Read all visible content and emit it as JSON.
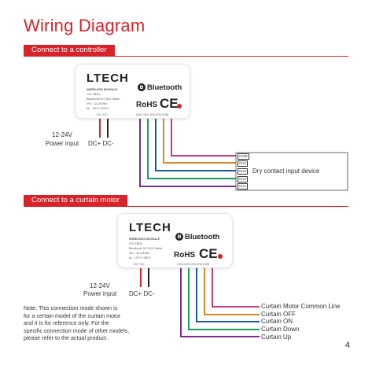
{
  "page": {
    "title": "Wiring Diagram",
    "page_number": "4"
  },
  "section1": {
    "banner": "Connect to a controller",
    "module": {
      "logo": "LTECH",
      "line1": "WIRELESS MODULE",
      "line2": "CG-TBGL",
      "line3": "Bluetooth 5.0 SIG Mesh",
      "line4": "Vin : 12-24Vdc",
      "line5": "ta : -20°C~55°C",
      "bluetooth": "Bluetooth",
      "rohs": "RoHS",
      "ce": "CE",
      "dc_pins": "DC+  DC-",
      "ch_pins": "CH1  CH2  CH3  CH4  COM"
    },
    "power_label_1": "12-24V",
    "power_label_2": "Power input",
    "dc_label": "DC+ DC-",
    "terminals": [
      "COM",
      "CH4",
      "CH3",
      "CH2",
      "CH1"
    ],
    "device_label": "Dry contact input device",
    "colors": {
      "red": "#d8232a",
      "black": "#222222",
      "purple": "#7a2c91",
      "blue": "#1f56a8",
      "green": "#1e9a5a",
      "orange": "#d88a2b",
      "pink": "#c63a87"
    }
  },
  "section2": {
    "banner": "Connect to a curtain motor",
    "module": {
      "logo": "LTECH",
      "line1": "WIRELESS MODULE",
      "line2": "CG-TBGL",
      "line3": "Bluetooth 5.0 SIG Mesh",
      "line4": "Vin : 12-24Vdc",
      "line5": "ta : -20°C~55°C",
      "bluetooth": "Bluetooth",
      "rohs": "RoHS",
      "ce": "CE",
      "dc_pins": "DC+  DC-",
      "ch_pins": "CH1  CH2  CH3  CH4  COM"
    },
    "power_label_1": "12-24V",
    "power_label_2": "Power input",
    "dc_label": "DC+ DC-",
    "curtain_labels": [
      "Curtain Motor Common Line",
      "Curtain OFF",
      "Curtain ON",
      "Curtain Down",
      "Curtain Up"
    ]
  },
  "note": {
    "lines": [
      "Note: This connection mode shown is",
      "for a certain model of the curtain motor",
      "and it is for reference only. For the",
      "specific connection mode of other models,",
      "please refer to the actual product."
    ]
  }
}
